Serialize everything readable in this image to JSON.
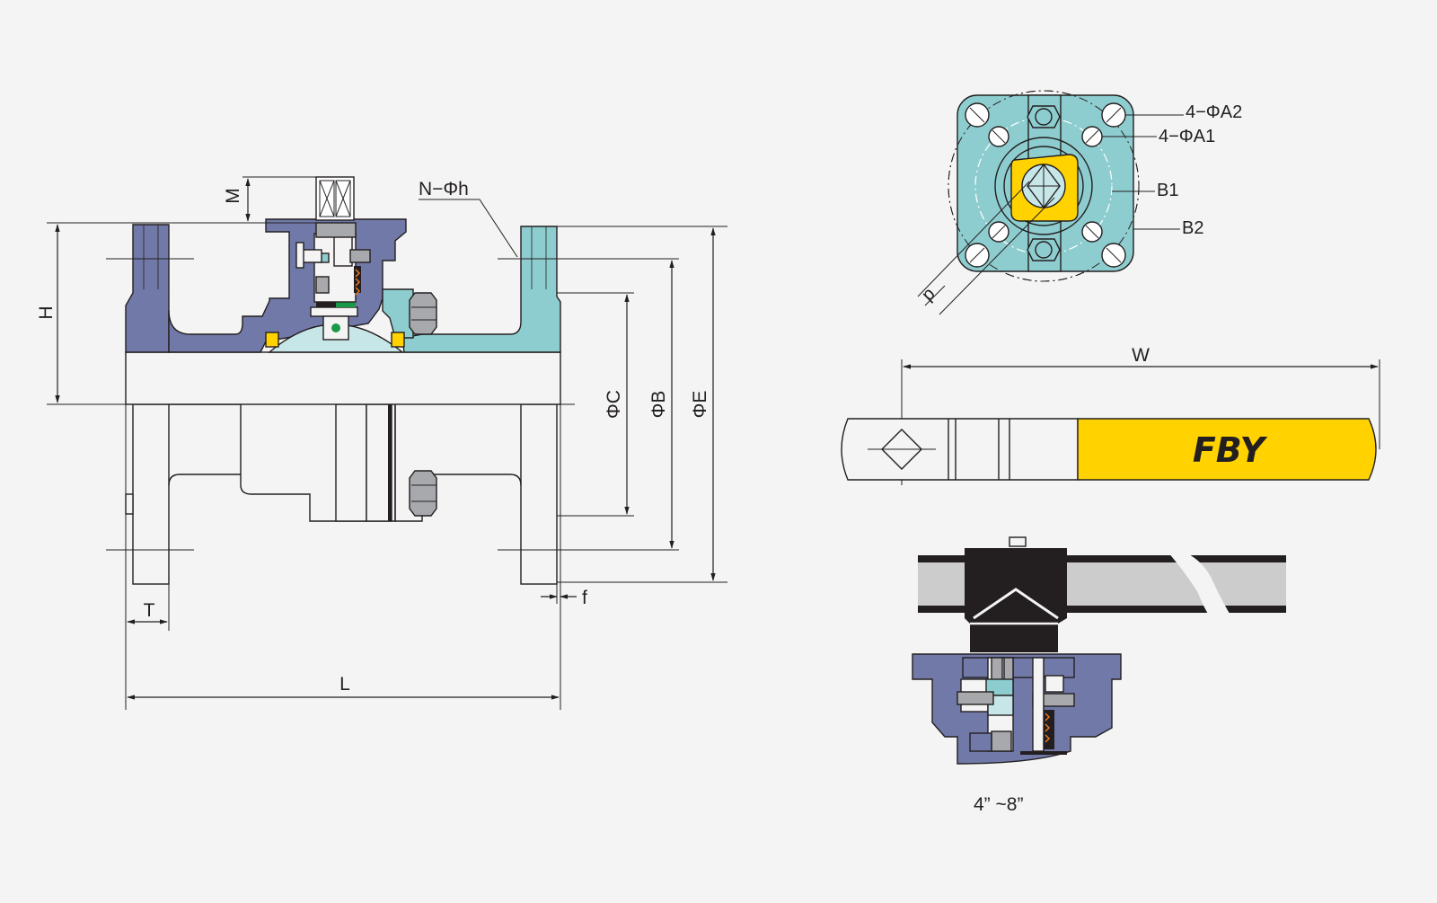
{
  "labels": {
    "M": "M",
    "H": "H",
    "N_phi_h": "N−Φh",
    "phi_C": "ΦC",
    "phi_B": "ΦB",
    "phi_E": "ΦE",
    "f": "f",
    "T": "T",
    "L": "L",
    "four_phi_A2": "4−ΦA2",
    "four_phi_A1": "4−ΦA1",
    "B1": "B1",
    "B2": "B2",
    "p": "p",
    "W": "W",
    "size_range": "4”  ~8”"
  },
  "handle": {
    "logo_text": "FBY"
  },
  "colors": {
    "body_blue": "#7079a8",
    "cyan": "#8ecdcf",
    "ball": "#c6e6e8",
    "yellow": "#ffd200",
    "nut_gray": "#a7a9ac",
    "dark": "#231f20",
    "background": "#f3f4f3",
    "light_gray": "#cccccc"
  }
}
